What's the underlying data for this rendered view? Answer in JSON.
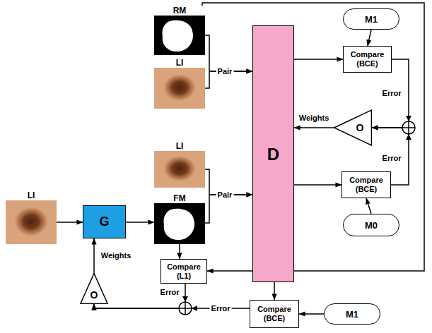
{
  "diagram": {
    "nodes": [
      {
        "text": [
          "RM"
        ]
      },
      {
        "text": [
          "LI"
        ]
      },
      {
        "text": [
          "D"
        ]
      },
      {
        "text": [
          "M1"
        ]
      },
      {
        "text": [
          "Compare (BCE)"
        ]
      },
      {
        "text": [
          "O"
        ]
      },
      {
        "text": [
          "LI"
        ]
      },
      {
        "text": [
          "Compare (BCE)"
        ]
      },
      {
        "text": [
          "M0"
        ]
      },
      {
        "text": [
          "LI"
        ]
      },
      {
        "text": [
          "G"
        ]
      },
      {
        "text": [
          "FM"
        ]
      },
      {
        "text": [
          "Compare (L1)"
        ]
      },
      {
        "text": [
          "O"
        ]
      },
      {
        "text": [
          "Compare (BCE)"
        ]
      },
      {
        "text": [
          "M1"
        ]
      }
    ],
    "edges": [
      {
        "from": 0,
        "to": 2,
        "label": "Pair",
        "arrow": "to"
      },
      {
        "from": 1,
        "to": 2,
        "arrow": "to"
      },
      {
        "from": 6,
        "to": 2,
        "label": "Pair",
        "arrow": "to"
      },
      {
        "from": 11,
        "to": 2,
        "arrow": "to"
      },
      {
        "from": 2,
        "to": 4,
        "arrow": "to"
      },
      {
        "from": 3,
        "to": 4,
        "arrow": "to"
      },
      {
        "from": 4,
        "to": 5,
        "label": "Error",
        "arrow": "to"
      },
      {
        "from": 7,
        "to": 5,
        "label": "Error",
        "arrow": "to"
      },
      {
        "from": 5,
        "to": 2,
        "label": "Weights",
        "arrow": "to"
      },
      {
        "from": 2,
        "to": 7,
        "arrow": "to"
      },
      {
        "from": 8,
        "to": 7,
        "arrow": "to"
      },
      {
        "from": 9,
        "to": 10,
        "arrow": "to"
      },
      {
        "from": 10,
        "to": 11,
        "arrow": "to"
      },
      {
        "from": 0,
        "to": 12,
        "arrow": "to"
      },
      {
        "from": 11,
        "to": 12,
        "arrow": "to"
      },
      {
        "from": 2,
        "to": 14,
        "arrow": "to"
      },
      {
        "from": 15,
        "to": 14,
        "arrow": "to"
      },
      {
        "from": 12,
        "to": 13,
        "label": "Error",
        "arrow": "to"
      },
      {
        "from": 14,
        "to": 13,
        "label": "Error",
        "arrow": "to"
      },
      {
        "from": 13,
        "to": 10,
        "label": "Weights",
        "arrow": "to"
      }
    ]
  }
}
